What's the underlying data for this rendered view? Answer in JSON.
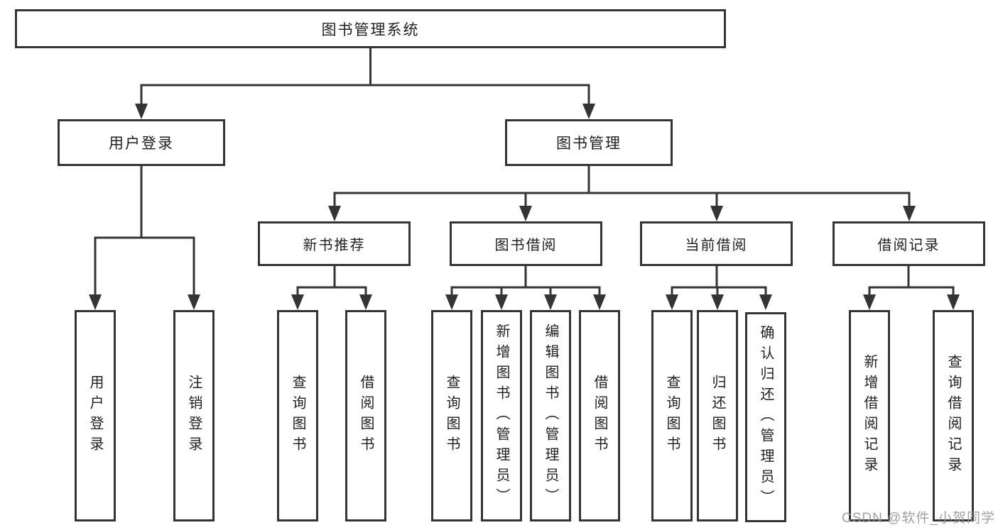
{
  "tree": {
    "root": "图书管理系统",
    "level2": [
      {
        "label": "用户登录",
        "leaves": [
          "用户登录",
          "注销登录"
        ]
      },
      {
        "label": "图书管理",
        "groups": [
          {
            "label": "新书推荐",
            "leaves": [
              "查询图书",
              "借阅图书"
            ]
          },
          {
            "label": "图书借阅",
            "leaves": [
              "查询图书",
              "新增图书（管理员）",
              "编辑图书（管理员）",
              "借阅图书"
            ]
          },
          {
            "label": "当前借阅",
            "leaves": [
              "查询图书",
              "归还图书",
              "确认归还（管理员）"
            ]
          },
          {
            "label": "借阅记录",
            "leaves": [
              "新增借阅记录",
              "查询借阅记录"
            ]
          }
        ]
      }
    ]
  },
  "watermark": {
    "text": "CSDN @软件_小贺同学"
  },
  "colors": {
    "line": "#343434",
    "text": "#1f1f1f",
    "watermark": "#9496a0",
    "background": "#ffffff"
  }
}
